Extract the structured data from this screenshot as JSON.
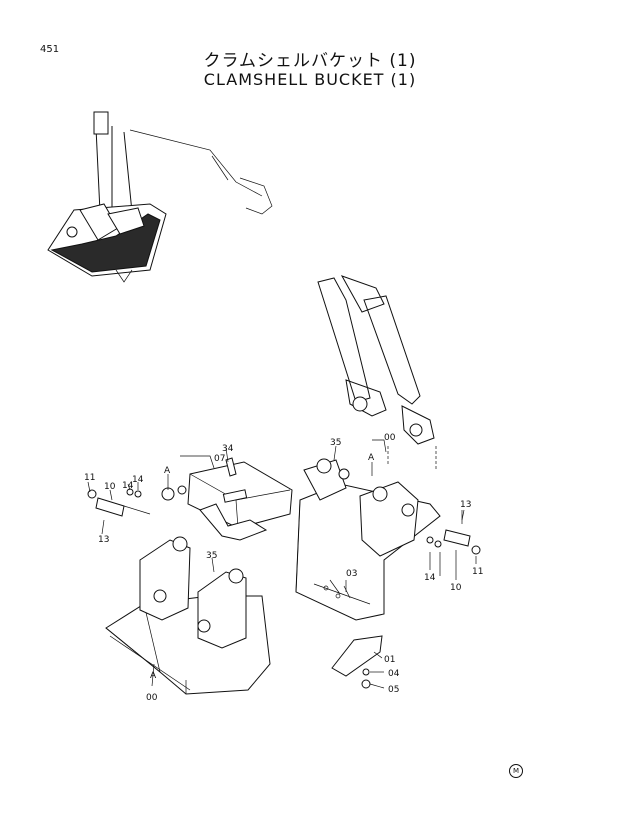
{
  "header": {
    "page_number": "451",
    "title_jp": "クラムシェルバケット (1)",
    "title_en": "CLAMSHELL  BUCKET  (1)"
  },
  "footer": {
    "mark": "M"
  },
  "callouts": {
    "c07": "07",
    "c34": "34",
    "c35a": "35",
    "c35b": "35",
    "c00a": "00",
    "c00b": "00",
    "cA1": "A",
    "cA2": "A",
    "cA3": "A",
    "c11a": "11",
    "c11b": "11",
    "c10a": "10",
    "c10b": "10",
    "c14a": "14",
    "c14b": "14",
    "c14c": "14",
    "c13a": "13",
    "c13b": "13",
    "c03": "03",
    "c01": "01",
    "c04": "04",
    "c05": "05"
  }
}
